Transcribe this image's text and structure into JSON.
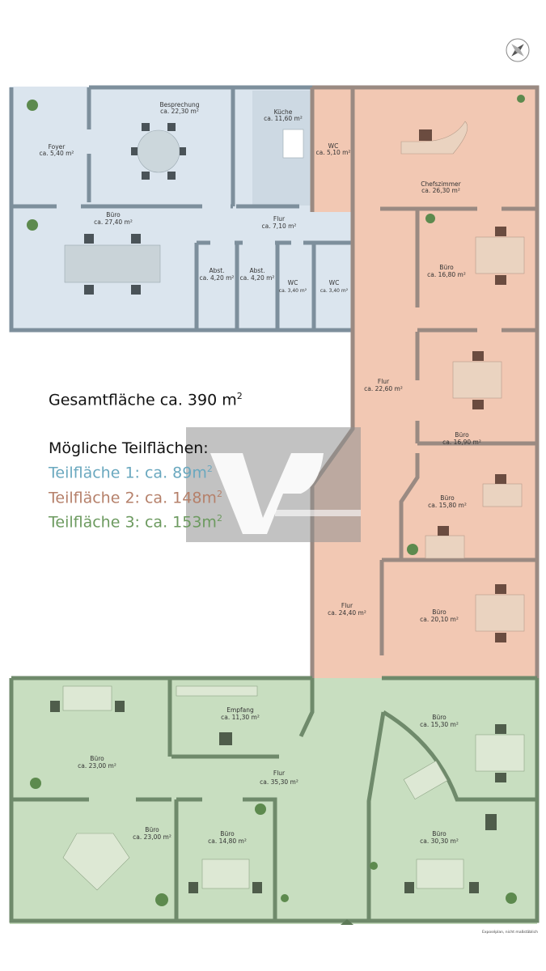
{
  "plan": {
    "rooms": [
      {
        "name": "Foyer",
        "area": "ca. 5,40 m²"
      },
      {
        "name": "Besprechung",
        "area": "ca. 22,30 m²"
      },
      {
        "name": "Küche",
        "area": "ca. 11,60 m²"
      },
      {
        "name": "WC",
        "area": "ca. 5,10 m²"
      },
      {
        "name": "Büro",
        "area": "ca. 27,40 m²"
      },
      {
        "name": "Flur",
        "area": "ca. 7,10 m²"
      },
      {
        "name": "Abst.",
        "area": "ca. 4,20 m²"
      },
      {
        "name": "Abst.",
        "area": "ca. 4,20 m²"
      },
      {
        "name": "WC",
        "area": "ca. 3,40 m²"
      },
      {
        "name": "WC",
        "area": "ca. 3,40 m²"
      },
      {
        "name": "Chefszimmer",
        "area": "ca. 26,30 m²"
      },
      {
        "name": "Büro",
        "area": "ca. 16,80 m²"
      },
      {
        "name": "Flur",
        "area": "ca. 22,60 m²"
      },
      {
        "name": "Büro",
        "area": "ca. 16,90 m²"
      },
      {
        "name": "Büro",
        "area": "ca. 15,80 m²"
      },
      {
        "name": "Flur",
        "area": "ca. 24,40 m²"
      },
      {
        "name": "Büro",
        "area": "ca. 20,10 m²"
      },
      {
        "name": "Büro",
        "area": "ca. 23,00 m²"
      },
      {
        "name": "Empfang",
        "area": "ca. 11,30 m²"
      },
      {
        "name": "Flur",
        "area": "ca. 35,30 m²"
      },
      {
        "name": "Büro",
        "area": "ca. 15,30 m²"
      },
      {
        "name": "Büro",
        "area": "ca. 23,00 m²"
      },
      {
        "name": "Büro",
        "area": "ca. 14,80 m²"
      },
      {
        "name": "Büro",
        "area": "ca. 30,30 m²"
      }
    ],
    "footnote": "Exposéplan, nicht maßstäblich",
    "colors": {
      "zone1": "#dbe5ee",
      "zone2": "#f2c8b3",
      "zone3": "#c8dec0"
    }
  },
  "summary": {
    "total_label": "Gesamtfläche ca. 390 m",
    "total_sup": "2",
    "options_title": "Mögliche Teilflächen:",
    "parts": [
      {
        "label": "Teilfläche 1: ca. 89m",
        "sup": "2",
        "color": "#6aa8bf"
      },
      {
        "label": "Teilfläche 2: ca. 148m",
        "sup": "2",
        "color": "#b5806a"
      },
      {
        "label": "Teilfläche 3: ca. 153m",
        "sup": "2",
        "color": "#6c9a5f"
      }
    ]
  },
  "icons": [
    "compass-icon",
    "watermark-logo"
  ]
}
